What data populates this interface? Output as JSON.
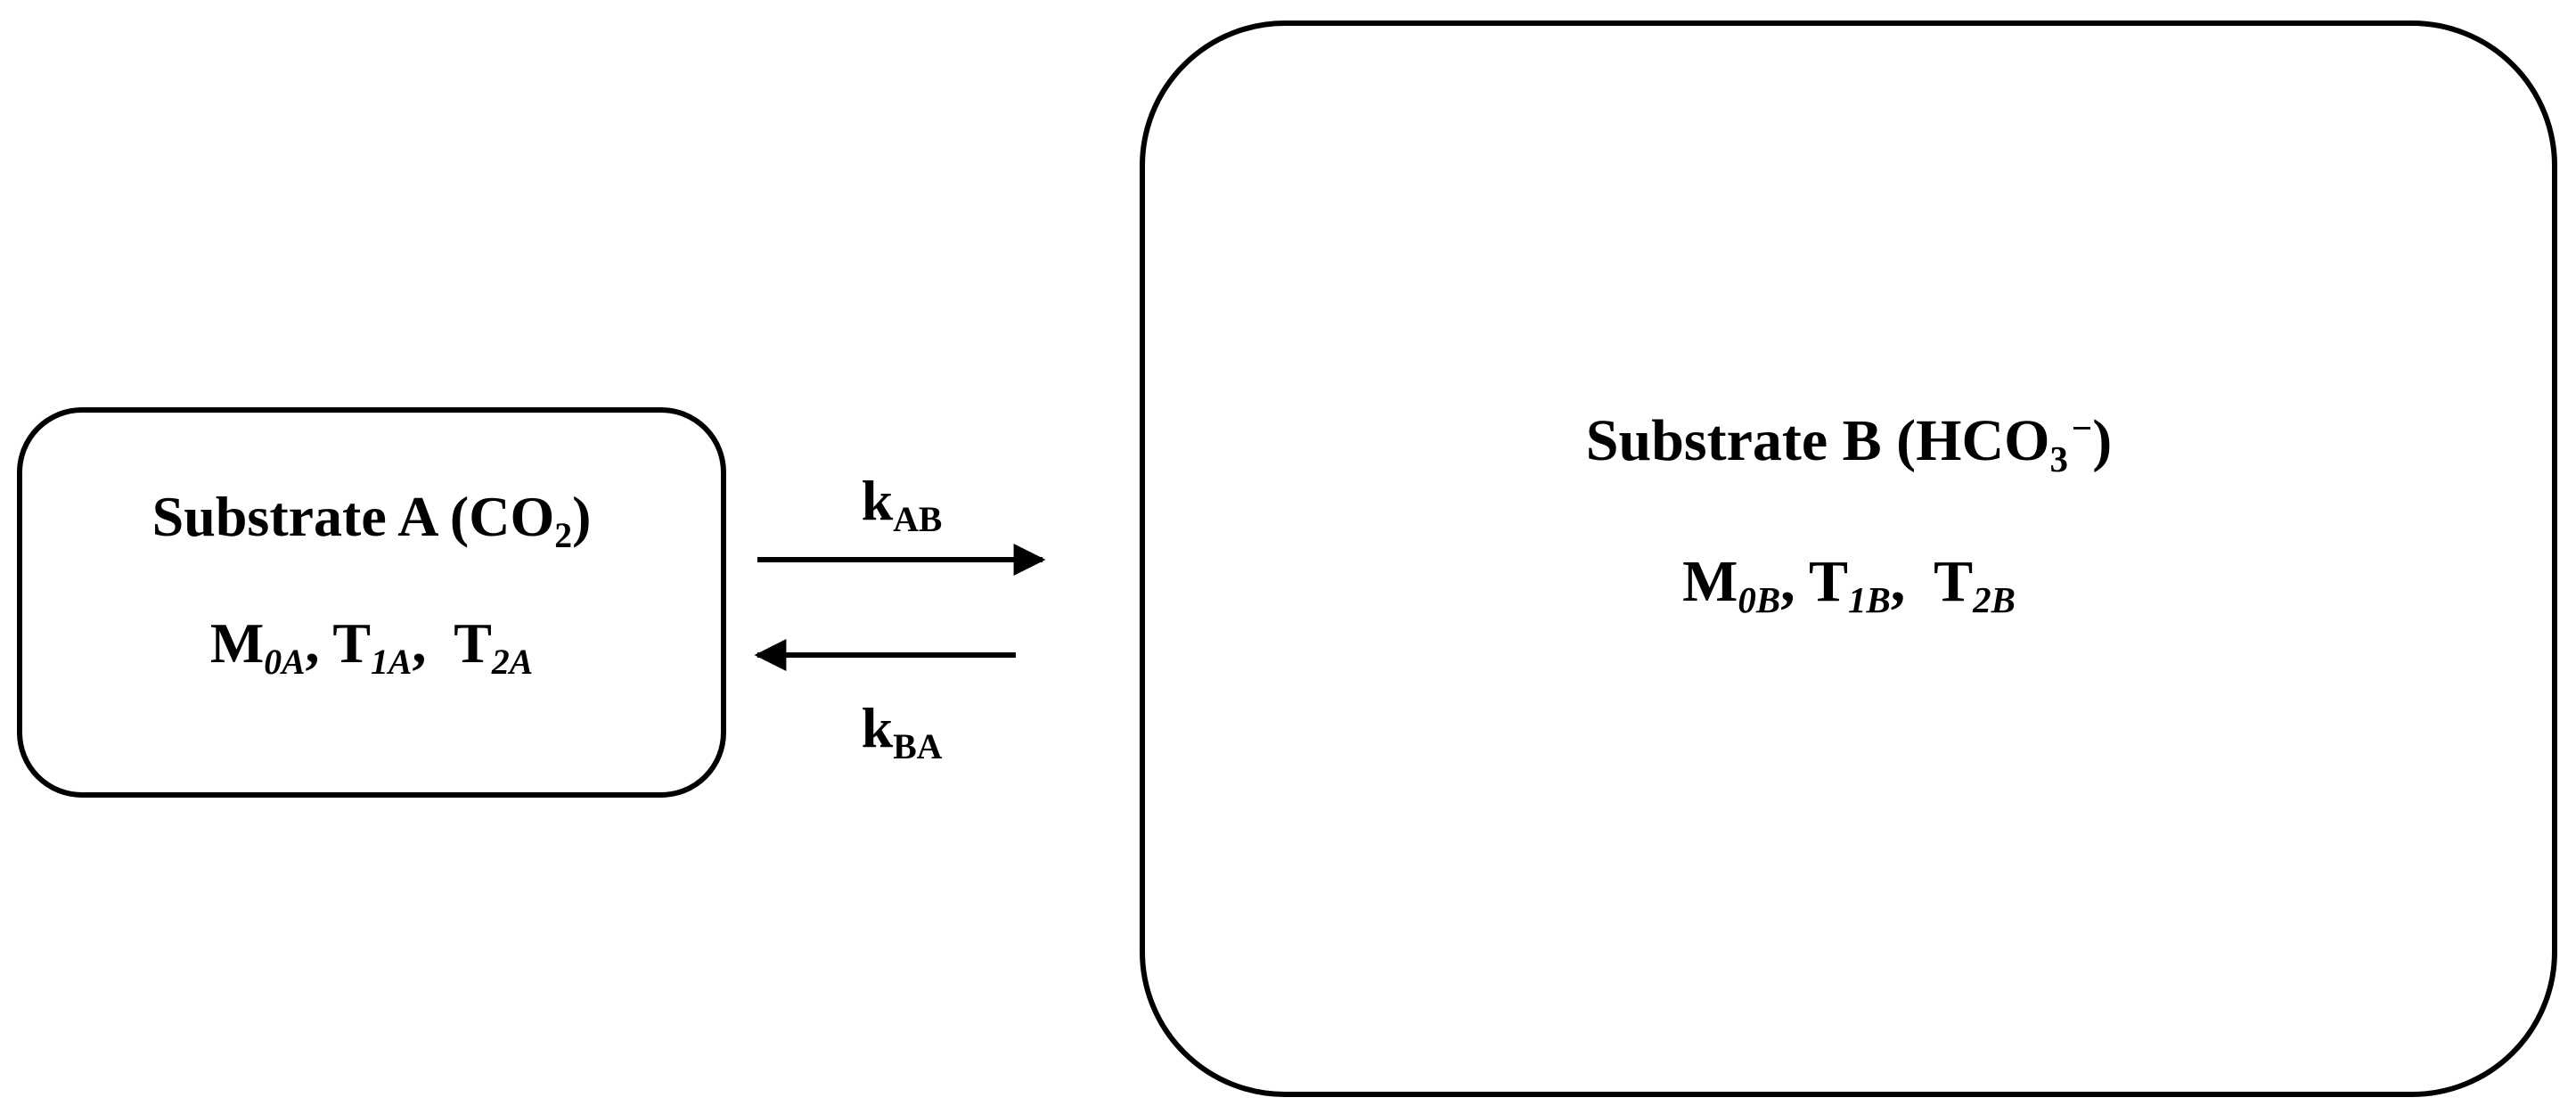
{
  "substrate_a": {
    "title_text": "Substrate A (CO",
    "title_sub": "2",
    "title_close": ")",
    "params": [
      {
        "base": "M",
        "sub": "0A",
        "sep": ", "
      },
      {
        "base": "T",
        "sub": "1A",
        "sep": ",  "
      },
      {
        "base": "T",
        "sub": "2A",
        "sep": ""
      }
    ]
  },
  "substrate_b": {
    "title_text": "Substrate B (HCO",
    "title_sub": "3",
    "title_sup": "−",
    "title_close": ")",
    "params": [
      {
        "base": "M",
        "sub": "0B",
        "sep": ", "
      },
      {
        "base": "T",
        "sub": "1B",
        "sep": ",  "
      },
      {
        "base": "T",
        "sub": "2B",
        "sep": ""
      }
    ]
  },
  "rates": {
    "forward": {
      "base": "k",
      "sub": "AB"
    },
    "backward": {
      "base": "k",
      "sub": "BA"
    }
  },
  "colors": {
    "stroke": "#000000",
    "background": "#ffffff"
  }
}
